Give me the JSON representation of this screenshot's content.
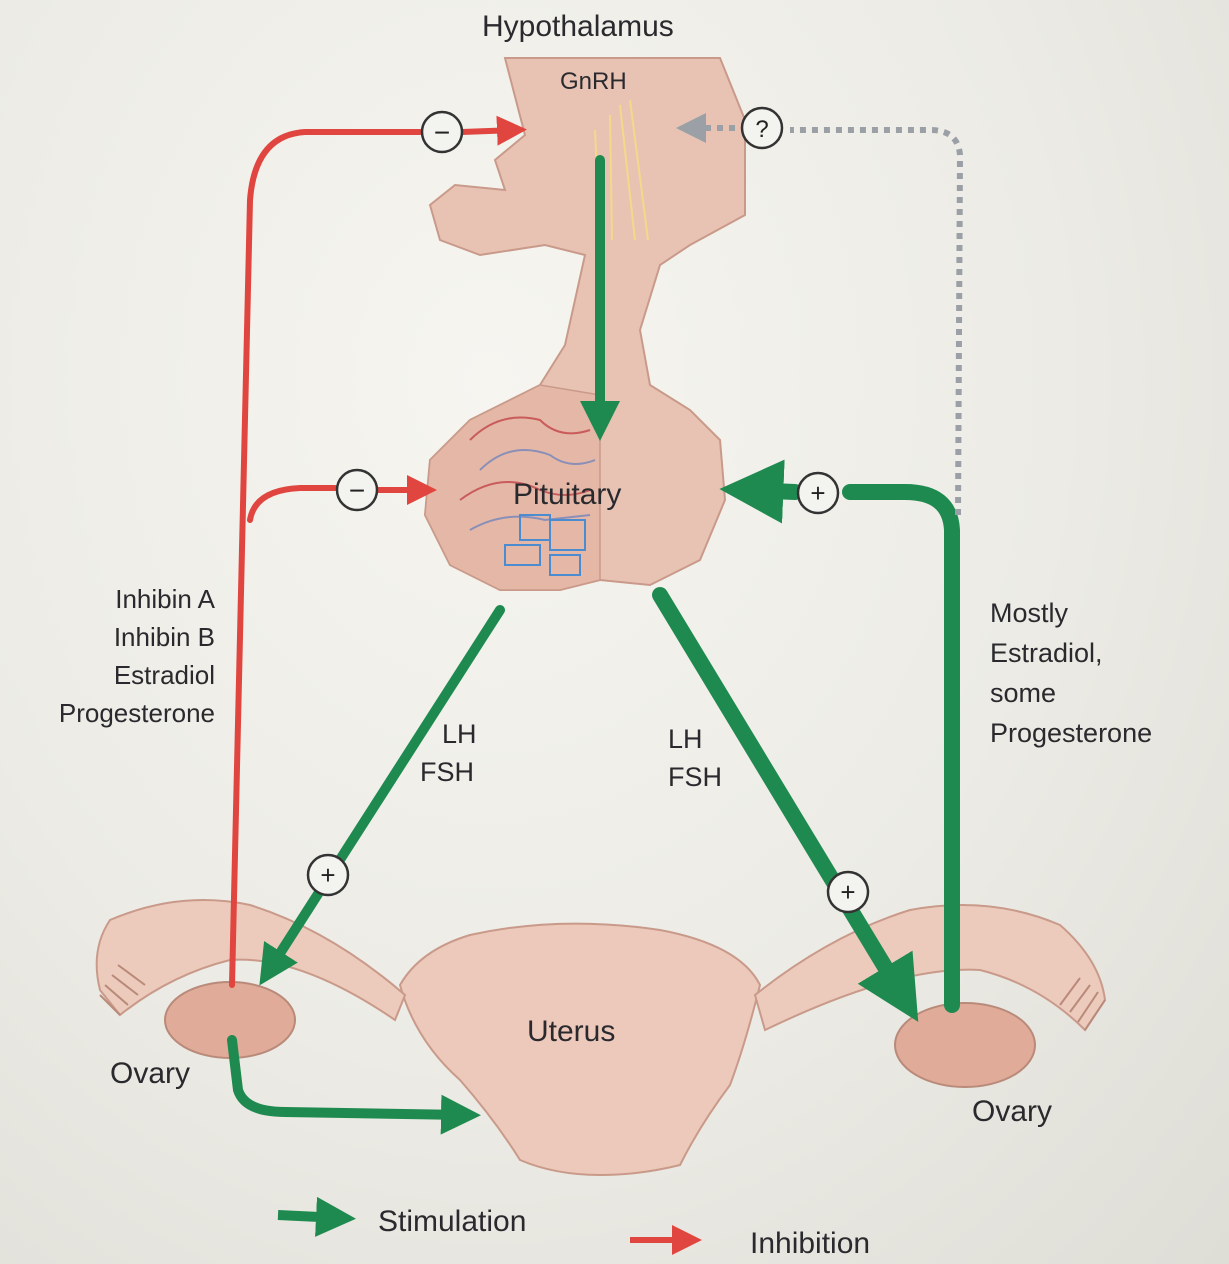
{
  "labels": {
    "hypothalamus": "Hypothalamus",
    "gnrh": "GnRH",
    "pituitary": "Pituitary",
    "uterus": "Uterus",
    "ovary_left": "Ovary",
    "ovary_right": "Ovary",
    "question": "?",
    "minus": "−",
    "plus": "+"
  },
  "left_hormones": [
    "Inhibin A",
    "Inhibin B",
    "Estradiol",
    "Progesterone"
  ],
  "left_gonadotropins": [
    "LH",
    "FSH"
  ],
  "right_gonadotropins": [
    "LH",
    "FSH"
  ],
  "right_hormones": [
    "Mostly",
    "Estradiol,",
    "some",
    "Progesterone"
  ],
  "legend": {
    "stimulation": "Stimulation",
    "inhibition": "Inhibition"
  },
  "colors": {
    "stimulation": "#1f8a4f",
    "inhibition": "#e0463f",
    "tissue": "#e8c3b4",
    "tissue_edge": "#c99a8a",
    "dotted": "#9aa0a6"
  }
}
